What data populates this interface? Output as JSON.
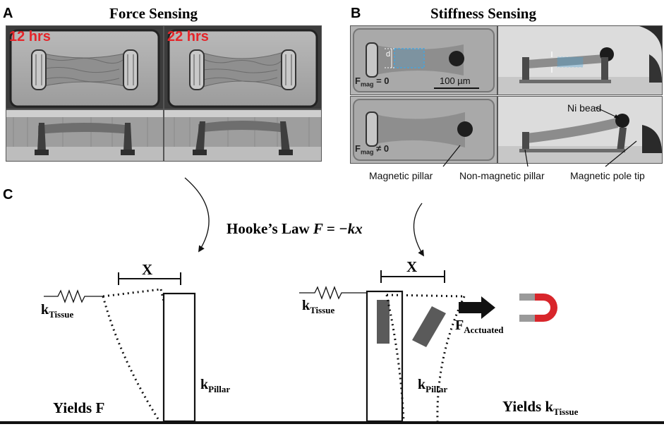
{
  "panel_a": {
    "letter": "A",
    "title": "Force Sensing",
    "time_left": "12 hrs",
    "time_right": "22 hrs"
  },
  "panel_b": {
    "letter": "B",
    "title": "Stiffness Sensing",
    "fmag_zero": "= 0",
    "fmag_nonzero": "≠ 0",
    "fmag_symbol": "F",
    "fmag_sub": "mag",
    "scale_bar": "100 µm",
    "d_label": "d",
    "labels": {
      "magnetic_pillar": "Magnetic pillar",
      "non_magnetic_pillar": "Non-magnetic pillar",
      "magnetic_pole_tip": "Magnetic pole tip",
      "ni_bead": "Ni bead"
    }
  },
  "panel_c": {
    "letter": "C",
    "hooke_prefix": "Hooke’s Law ",
    "hooke_eq": "F = −kx",
    "x_label": "X",
    "k": "k",
    "tissue_sub": "Tissue",
    "pillar_sub": "Pillar",
    "actuated_symbol": "F",
    "actuated_sub": "Acctuated",
    "yields_f": "Yields F",
    "yields_k_prefix": "Yields k",
    "yields_k_sub": "Tissue"
  },
  "colors": {
    "time_label": "#e5252a",
    "magnet_red": "#d8262b",
    "magnet_gray": "#9a9a9a",
    "pillar_insert": "#5a5a5a",
    "roi_blue": "#4aa3d8"
  }
}
